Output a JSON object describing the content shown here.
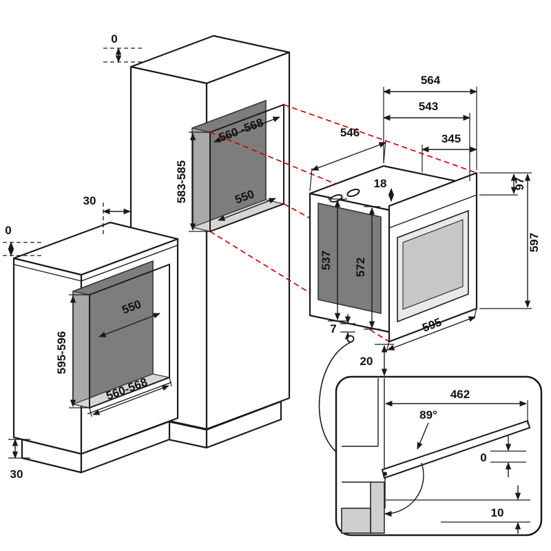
{
  "title": "Built-in oven niche installation diagram",
  "dims": {
    "tall_top_gap": "0",
    "tall_side_gap": "30",
    "tall_niche_width": "560 -568",
    "tall_niche_height": "583-585",
    "tall_niche_depth": "550",
    "base_top_gap": "0",
    "base_niche_depth": "550",
    "base_niche_height": "595-596",
    "base_niche_width": "560-568",
    "base_plinth_height": "30",
    "oven_depth_total": "564",
    "oven_depth_body": "543",
    "oven_body_width": "546",
    "oven_top_recess": "345",
    "oven_frame_lip": "18",
    "oven_control_height": "97",
    "oven_body_height": "537",
    "oven_inner_height": "572",
    "oven_front_height": "597",
    "oven_bottom_gap": "7",
    "oven_front_width": "595",
    "oven_door_gap": "20",
    "door_reach": "462",
    "door_angle": "89°",
    "door_gap_zero": "0",
    "door_gap_bottom": "10"
  }
}
